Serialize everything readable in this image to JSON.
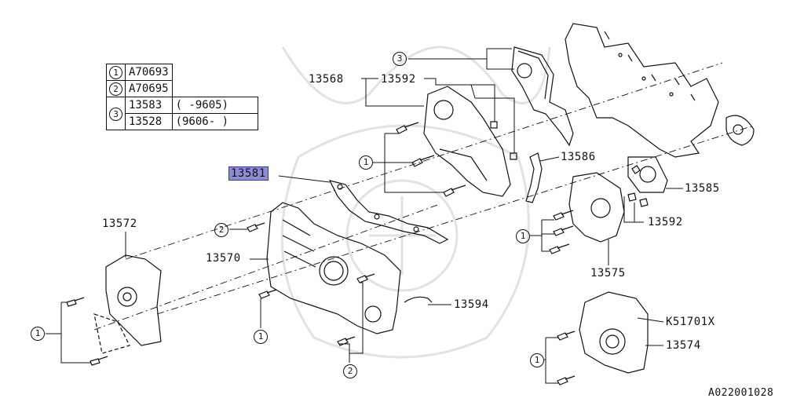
{
  "legend": {
    "rows": [
      {
        "key": "1",
        "part": "A70693",
        "period": ""
      },
      {
        "key": "2",
        "part": "A70695",
        "period": ""
      },
      {
        "key": "3",
        "part": "13583",
        "period": "(    -9605)"
      },
      {
        "key": "",
        "part": "13528",
        "period": "(9606-    )"
      }
    ]
  },
  "labels": {
    "p13568": "13568",
    "p13592_top": "13592",
    "p13581": "13581",
    "p13586": "13586",
    "p13585": "13585",
    "p13592_right": "13592",
    "p13575": "13575",
    "p13572": "13572",
    "p13570": "13570",
    "p13594": "13594",
    "k51701x": "K51701X",
    "p13574": "13574",
    "diagram_id": "A022001028"
  },
  "callouts": {
    "one": "1",
    "two": "2",
    "three": "3"
  }
}
